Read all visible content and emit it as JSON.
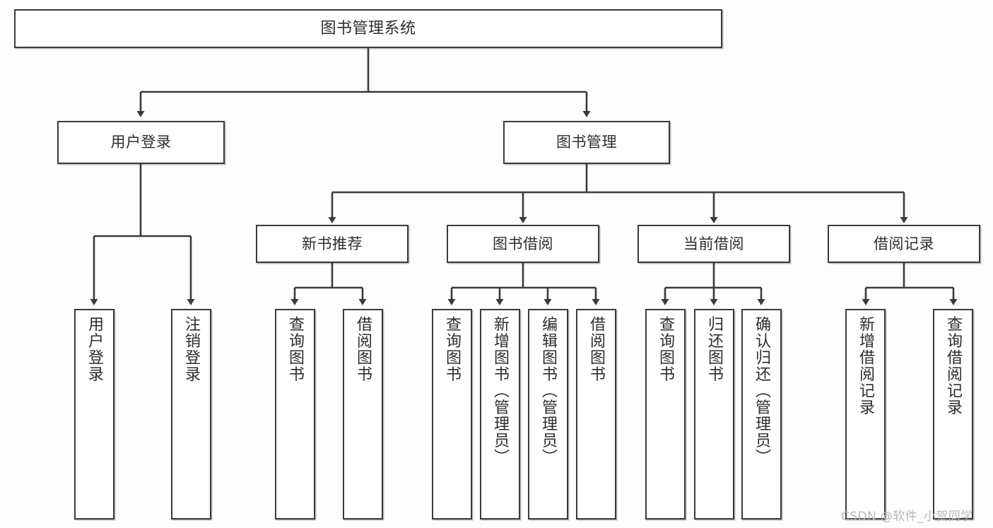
{
  "diagram": {
    "title": "图书管理系统",
    "root": {
      "label": "图书管理系统"
    },
    "level2": [
      {
        "label": "用户登录"
      },
      {
        "label": "图书管理"
      }
    ],
    "level3": [
      {
        "label": "新书推荐"
      },
      {
        "label": "图书借阅"
      },
      {
        "label": "当前借阅"
      },
      {
        "label": "借阅记录"
      }
    ],
    "leaves": {
      "user_login": [
        {
          "label": "用户登录"
        },
        {
          "label": "注销登录"
        }
      ],
      "new_book_recommend": [
        {
          "label": "查询图书"
        },
        {
          "label": "借阅图书"
        }
      ],
      "book_borrow": [
        {
          "label": "查询图书"
        },
        {
          "label": "新增图书（管理员）"
        },
        {
          "label": "编辑图书（管理员）"
        },
        {
          "label": "借阅图书"
        }
      ],
      "current_borrow": [
        {
          "label": "查询图书"
        },
        {
          "label": "归还图书"
        },
        {
          "label": "确认归还（管理员）"
        }
      ],
      "borrow_record": [
        {
          "label": "新增借阅记录"
        },
        {
          "label": "查询借阅记录"
        }
      ]
    }
  },
  "watermark": {
    "text": "CSDN @软件_小贺同学"
  },
  "colors": {
    "box_border": "#3b3b3b",
    "box_fill": "#ffffff",
    "text": "#2d2d2d",
    "edge": "#3b3b3b",
    "background": "#fdfdfd",
    "watermark": "#b9b9b9"
  }
}
